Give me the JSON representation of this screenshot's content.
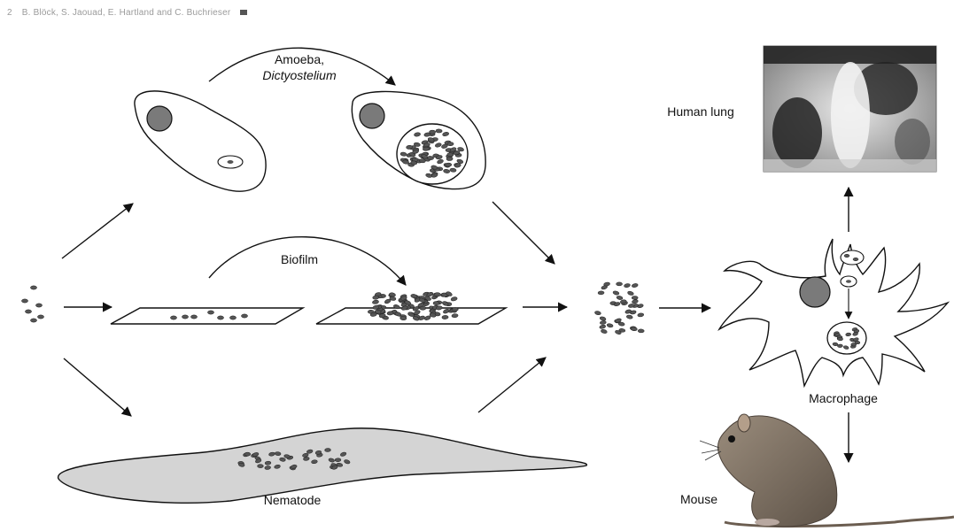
{
  "header": {
    "page_number": "2",
    "authors": "B. Blöck, S. Jaouad, E. Hartland and C. Buchrieser"
  },
  "labels": {
    "amoeba_line1": "Amoeba,",
    "amoeba_line2": "Dictyostelium",
    "biofilm": "Biofilm",
    "nematode": "Nematode",
    "human_lung": "Human lung",
    "macrophage": "Macrophage",
    "mouse": "Mouse"
  },
  "colors": {
    "cell_outline": "#111111",
    "nucleus_fill": "#7a7a7a",
    "bacterium_fill": "#555555",
    "nematode_fill": "#d4d4d4",
    "arrow": "#111111"
  },
  "images": {
    "lung": "chest-xray-photo",
    "mouse": "mouse-photo"
  }
}
